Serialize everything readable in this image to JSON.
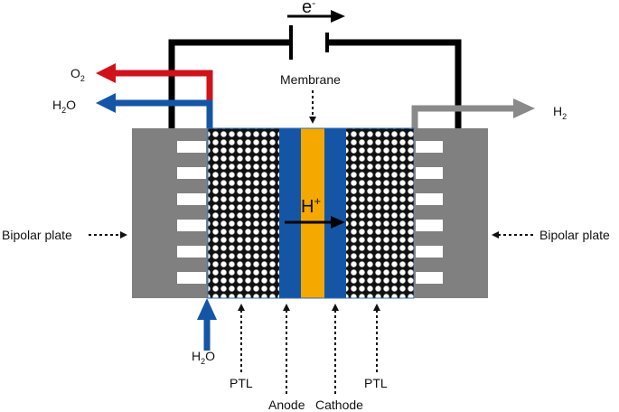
{
  "labels": {
    "electron": "e",
    "electron_sup": "-",
    "o2_main": "O",
    "o2_sub": "2",
    "h2o_out_main": "H",
    "h2o_out_sub": "2",
    "h2o_out_tail": "O",
    "h2_main": "H",
    "h2_sub": "2",
    "membrane": "Membrane",
    "proton_main": "H",
    "proton_sup": "+",
    "bipolar_left": "Bipolar plate",
    "bipolar_right": "Bipolar plate",
    "h2o_in_main": "H",
    "h2o_in_sub": "2",
    "h2o_in_tail": "O",
    "ptl_left": "PTL",
    "ptl_right": "PTL",
    "anode": "Anode",
    "cathode": "Cathode"
  },
  "colors": {
    "plate": "#808080",
    "electrode": "#1456a5",
    "membrane": "#f5a800",
    "o2_arrow": "#d0121b",
    "h2o_arrow": "#1456a5",
    "h2_arrow": "#8a8a8a",
    "wire": "#000000"
  }
}
